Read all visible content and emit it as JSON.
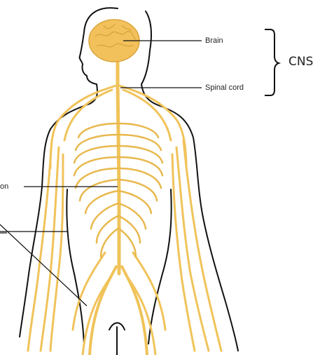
{
  "labels": {
    "brain": "Brain",
    "spinal_cord": "Spinal cord",
    "ganglion_partial": "on",
    "cns": "CNS"
  },
  "colors": {
    "nerve": "#f0c35a",
    "nerve_dark": "#d9a43a",
    "brain": "#f2c15c",
    "outline": "#111111",
    "leader": "#111111",
    "background": "#ffffff"
  },
  "icons": [
    "human-body-outline-icon",
    "brain-icon",
    "spinal-cord-icon",
    "rib-nerves-icon",
    "bracket-icon"
  ]
}
